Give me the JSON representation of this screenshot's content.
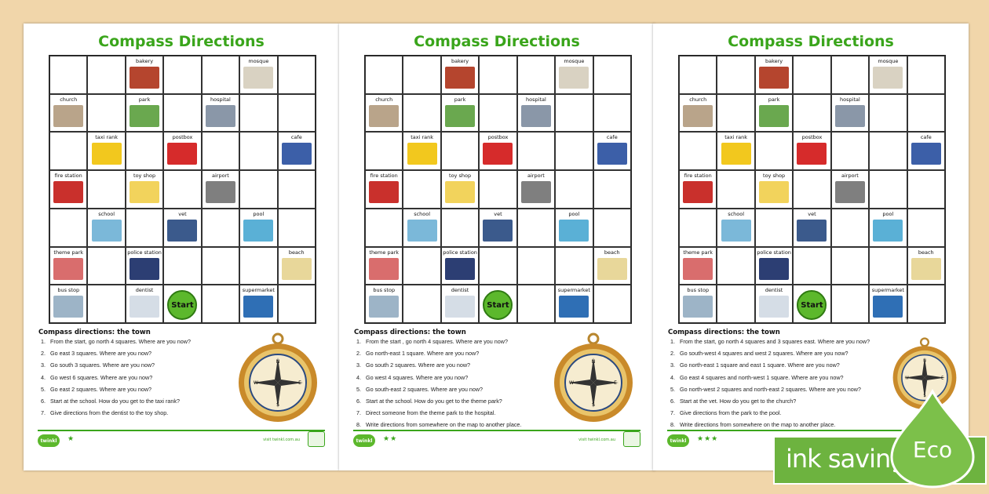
{
  "worksheets": [
    {
      "title": "Compass Directions",
      "section_heading": "Compass directions: the town",
      "questions": [
        "From the start, go north 4 squares. Where are you now?",
        "Go east 3 squares. Where are you now?",
        "Go south 3 squares. Where are you now?",
        "Go west 6 squares. Where are you now?",
        "Go east 2 squares. Where are you now?",
        "Start at the school. How do you get to the taxi rank?",
        "Give directions from the dentist to the toy shop."
      ],
      "stars": "★",
      "footer_url": "visit twinkl.com.au"
    },
    {
      "title": "Compass Directions",
      "section_heading": "Compass directions: the town",
      "questions": [
        "From the start , go north 4 squares. Where are you now?",
        "Go north-east 1 square. Where are you now?",
        "Go south 2 squares. Where are you now?",
        "Go west 4 squares. Where are you now?",
        "Go south-east 2 squares. Where are you now?",
        "Start at the school. How do you get to the theme park?",
        "Direct someone from the theme park to the hospital.",
        "Write directions from somewhere on the map to another place."
      ],
      "stars": "★★",
      "footer_url": "visit twinkl.com.au"
    },
    {
      "title": "Compass Directions",
      "section_heading": "Compass directions: the town",
      "questions": [
        "From the start, go north 4 squares and 3 squares east. Where are you now?",
        "Go south-west 4 squares and west 2 squares. Where are you now?",
        "Go north-east 1 square and east 1 square. Where are you now?",
        "Go east 4 squares and north-west 1 square. Where are you now?",
        "Go north-west 2 squares and north-east 2 squares. Where are you now?",
        "Start at the vet. How do you get to the church?",
        "Give directions from the park to the pool.",
        "Write directions from somewhere on the map to another place."
      ],
      "stars": "★★★",
      "footer_url": ""
    }
  ],
  "map_grid": [
    [
      "",
      "",
      "bakery",
      "",
      "",
      "mosque",
      ""
    ],
    [
      "church",
      "",
      "park",
      "",
      "hospital",
      "",
      ""
    ],
    [
      "",
      "taxi rank",
      "",
      "postbox",
      "",
      "",
      "cafe"
    ],
    [
      "fire station",
      "",
      "toy shop",
      "",
      "airport",
      "",
      ""
    ],
    [
      "",
      "school",
      "",
      "vet",
      "",
      "pool",
      ""
    ],
    [
      "theme park",
      "",
      "police station",
      "",
      "",
      "",
      "beach"
    ],
    [
      "bus stop",
      "",
      "dentist",
      "Start",
      "",
      "supermarket",
      ""
    ]
  ],
  "place_colors": {
    "bakery": "#b5452e",
    "mosque": "#d9d2c2",
    "church": "#b9a48a",
    "park": "#6aa84f",
    "hospital": "#8a97a8",
    "taxi rank": "#f2c81e",
    "postbox": "#d62b2b",
    "cafe": "#3c5fa8",
    "fire station": "#c9302c",
    "toy shop": "#f2d35c",
    "airport": "#7f7f7f",
    "school": "#7bb8d9",
    "vet": "#3b5a8c",
    "pool": "#5ab0d6",
    "theme park": "#d96d6d",
    "police station": "#2c3e73",
    "beach": "#e8d79a",
    "bus stop": "#9db4c7",
    "dentist": "#d5dde6",
    "supermarket": "#2f6fb5"
  },
  "start_color": "#5cb82c",
  "logo_text": "twinkl",
  "eco_badge": {
    "label": "ink saving",
    "leaf_text": "Eco",
    "color": "#6db33f"
  },
  "accent_color": "#3aa51b"
}
